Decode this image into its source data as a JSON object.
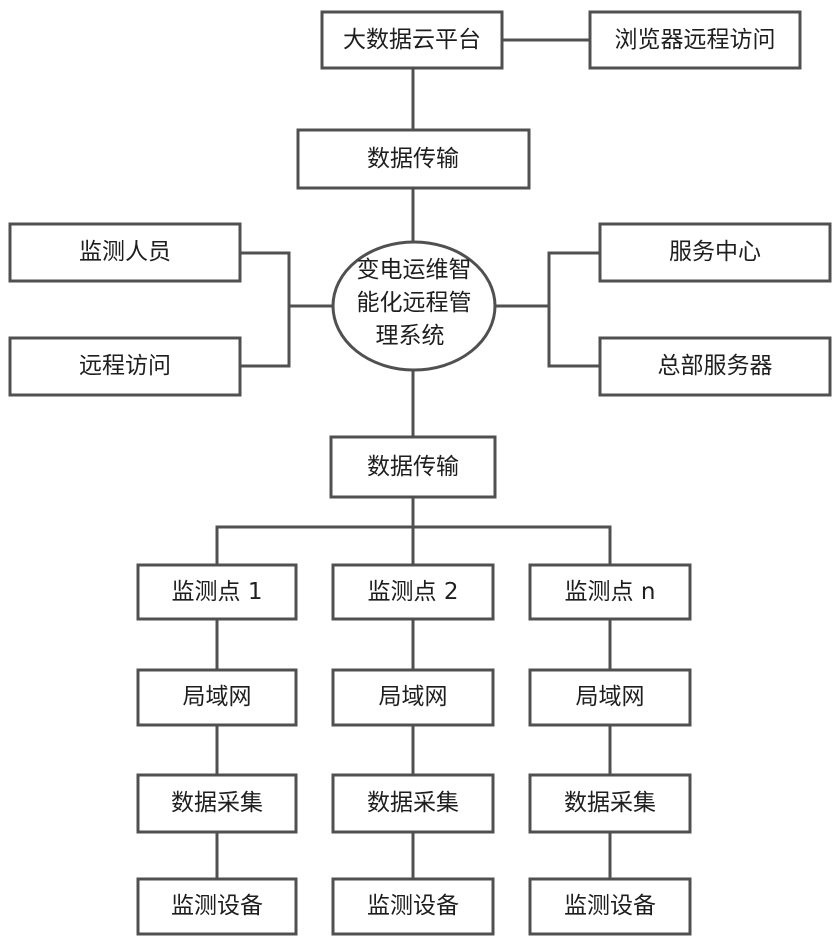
{
  "nodes": {
    "cloud": "大数据云平台",
    "browser": "浏览器远程访问",
    "transfer_top": "数据传输",
    "center_lines": [
      "变电运维智",
      "能化远程管",
      "理系统"
    ],
    "monitor_staff": "监测人员",
    "remote_access": "远程访问",
    "service_center": "服务中心",
    "hq_server": "总部服务器",
    "transfer_bottom": "数据传输",
    "columns": [
      {
        "point": "监测点 1",
        "lan": "局域网",
        "collect": "数据采集",
        "device": "监测设备"
      },
      {
        "point": "监测点 2",
        "lan": "局域网",
        "collect": "数据采集",
        "device": "监测设备"
      },
      {
        "point": "监测点 n",
        "lan": "局域网",
        "collect": "数据采集",
        "device": "监测设备"
      }
    ]
  }
}
